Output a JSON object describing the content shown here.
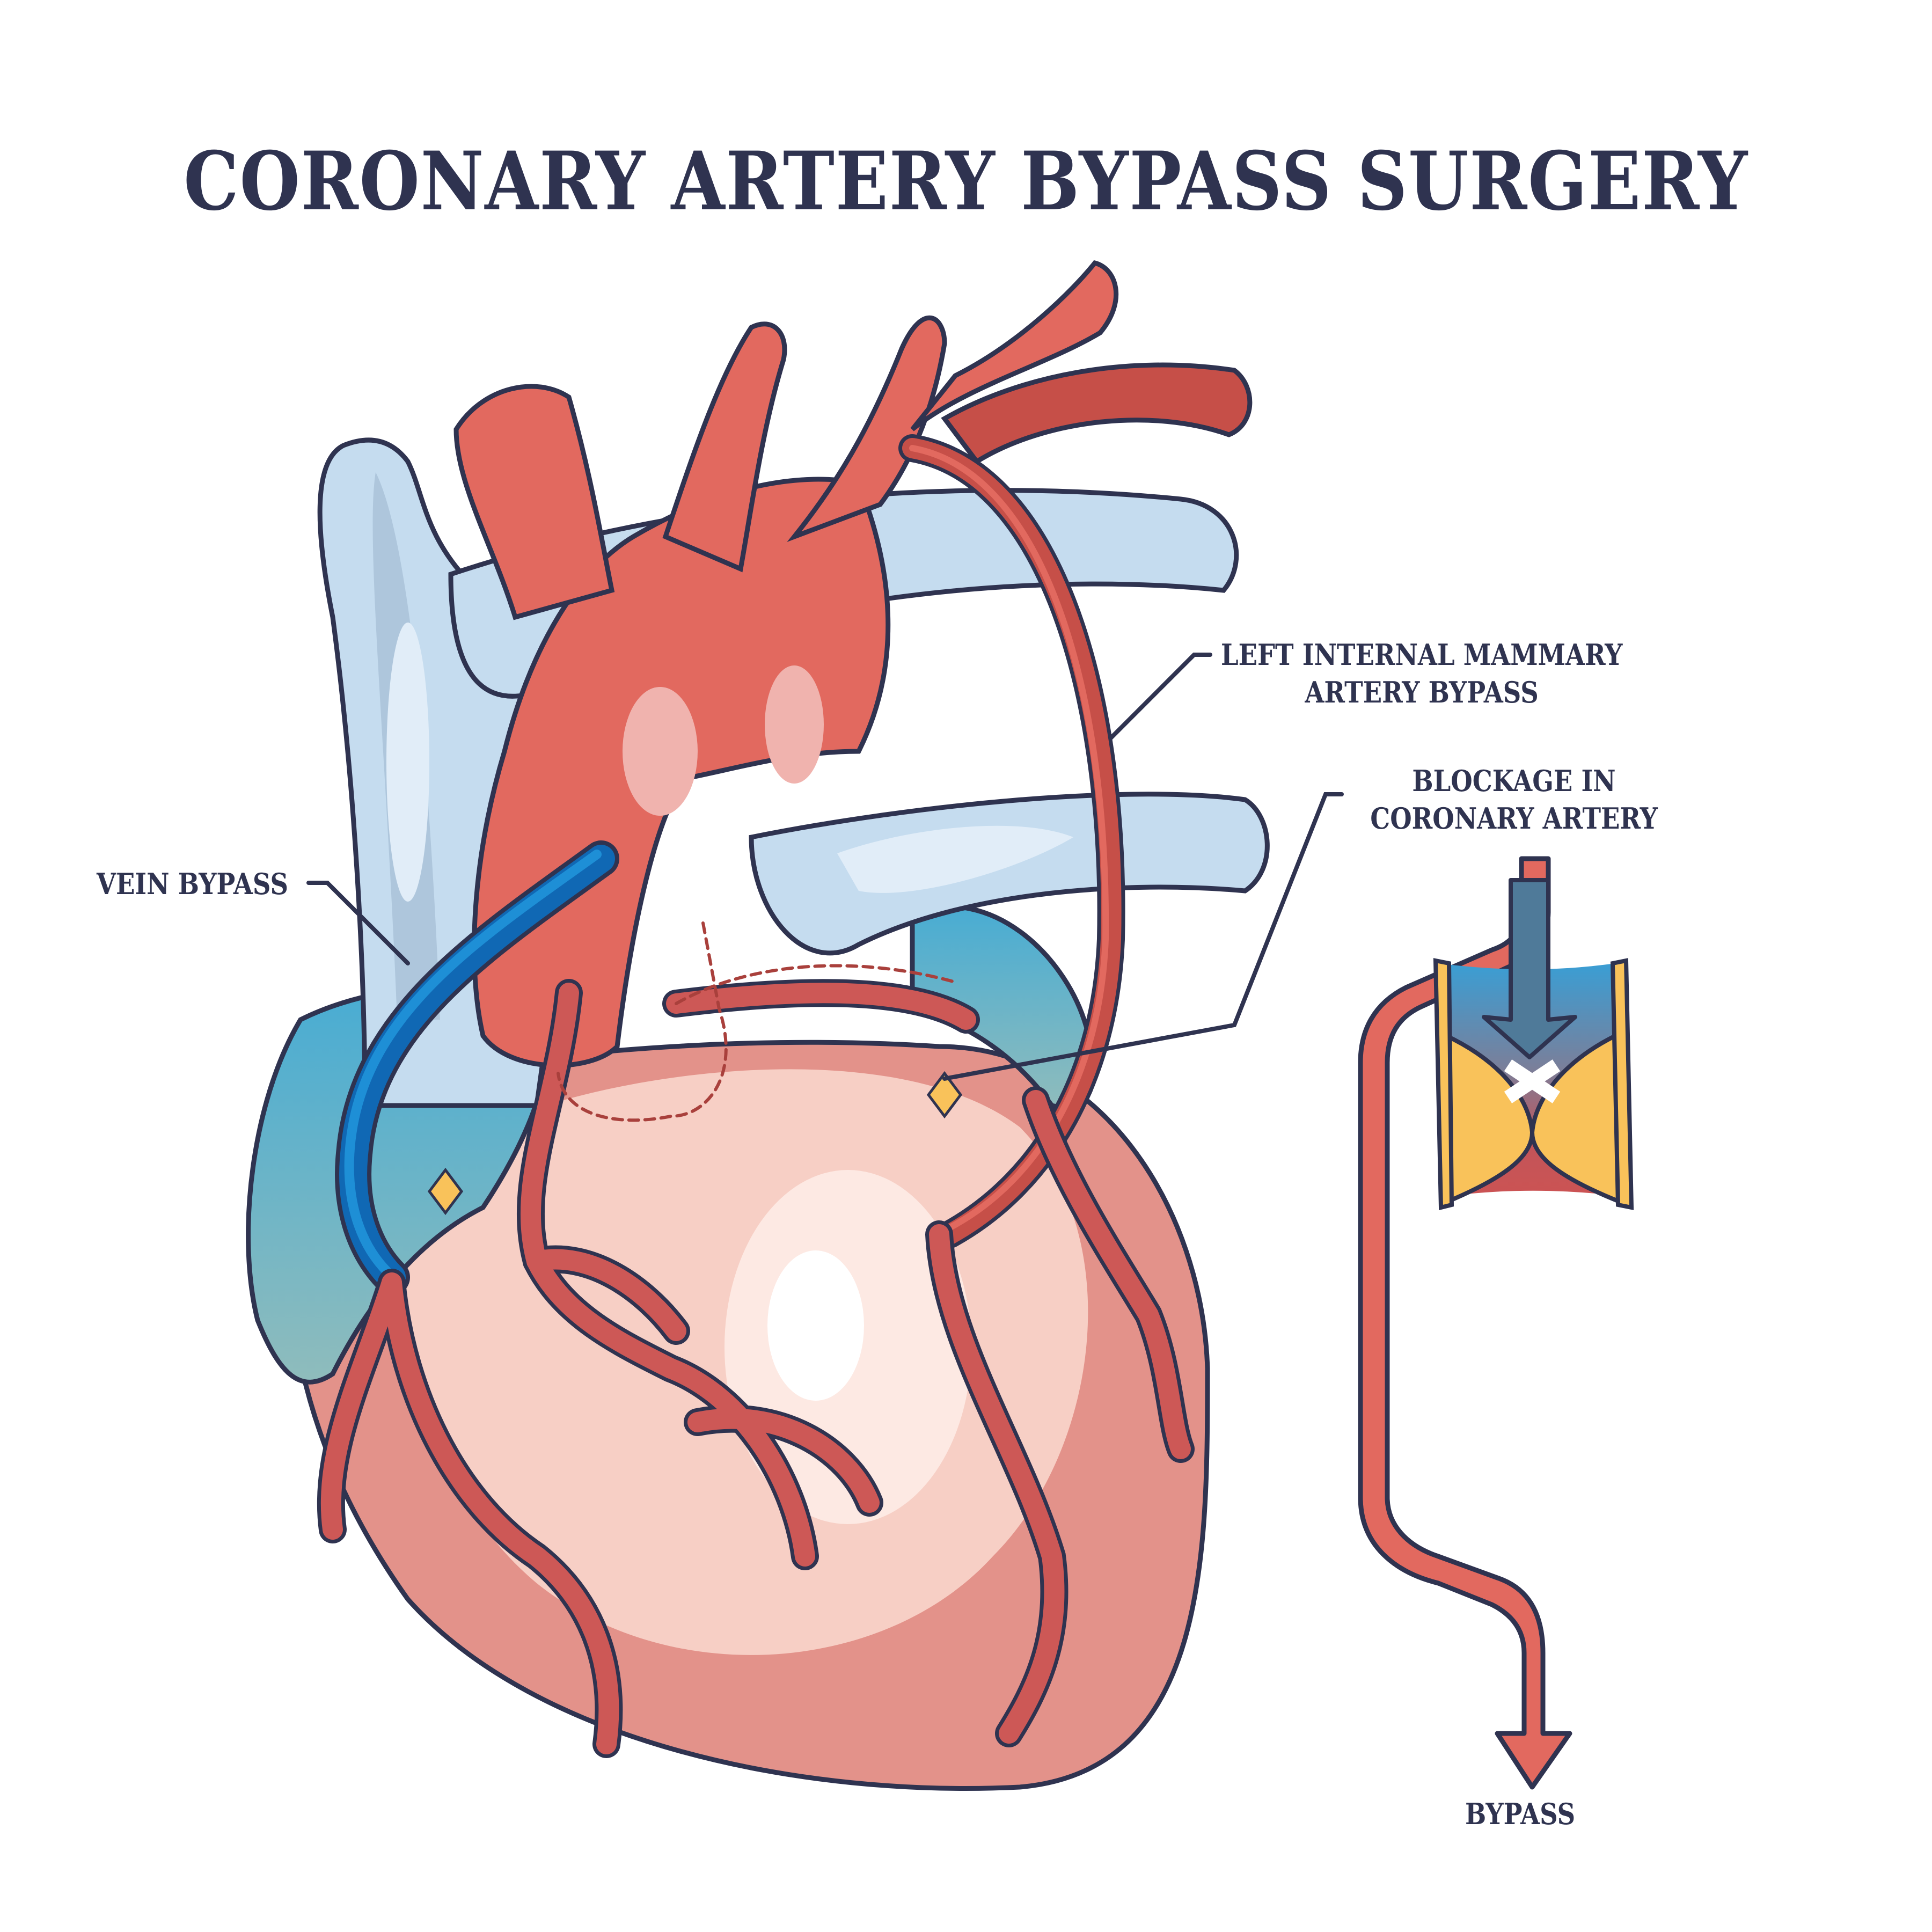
{
  "title": "CORONARY ARTERY BYPASS SURGERY",
  "labels": {
    "vein_bypass": "VEIN BYPASS",
    "limab_line1": "LEFT INTERNAL MAMMARY",
    "limab_line2": "ARTERY BYPASS",
    "blockage_line1": "BLOCKAGE IN",
    "blockage_line2": "CORONARY ARTERY",
    "bypass": "BYPASS"
  },
  "colors": {
    "outline": "#2f3350",
    "artery": "#e2695f",
    "artery_dark": "#c64f48",
    "vein_light": "#c5dcef",
    "vein_shade": "#9fb8ce",
    "graft_blue": "#1e8fd6",
    "graft_blue_dark": "#1068b4",
    "heart_pink": "#e3928a",
    "heart_light": "#f7cfc5",
    "atrium_teal": "#4fb0cf",
    "plaque_yellow": "#f9c25a",
    "arrow_steel": "#4f7a99"
  }
}
